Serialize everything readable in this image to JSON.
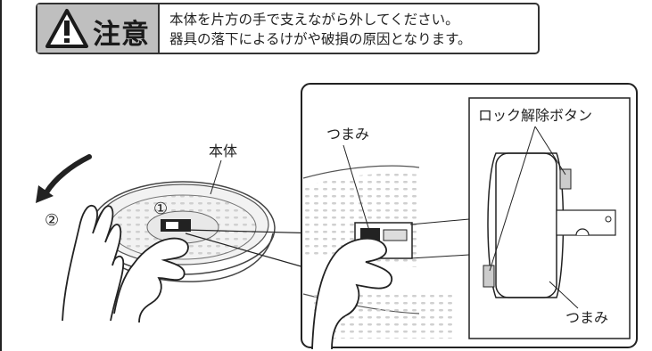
{
  "caution": {
    "word": "注意",
    "line1": "本体を片方の手で支えながら外してください。",
    "line2": "器具の落下によるけがや破損の原因となります。"
  },
  "labels": {
    "body": "本体",
    "step1": "①",
    "step2": "②",
    "knob_zoom": "つまみ",
    "lock_release": "ロック解除ボタン",
    "knob_detail": "つまみ"
  },
  "icons": {
    "warning": "warning-triangle-icon",
    "arrow": "rotate-arrow-icon"
  }
}
